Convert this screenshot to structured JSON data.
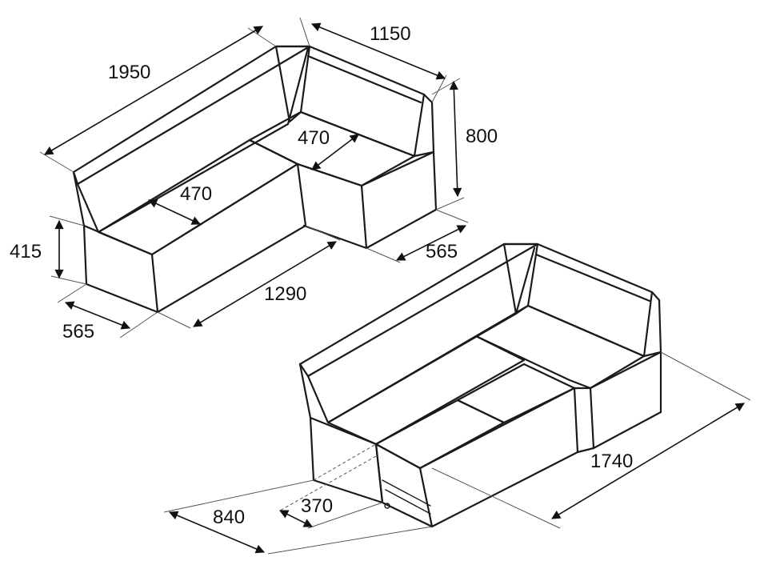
{
  "diagram": {
    "dimensions": [
      {
        "id": "top_sofa_length",
        "label": "1950"
      },
      {
        "id": "top_sofa_side_length",
        "label": "1150"
      },
      {
        "id": "top_sofa_height",
        "label": "800"
      },
      {
        "id": "top_seat_depth_right",
        "label": "470"
      },
      {
        "id": "top_seat_depth_left",
        "label": "470"
      },
      {
        "id": "top_seat_height",
        "label": "415"
      },
      {
        "id": "top_base_length",
        "label": "1290"
      },
      {
        "id": "top_side_depth",
        "label": "565"
      },
      {
        "id": "top_front_depth",
        "label": "565"
      },
      {
        "id": "bottom_sofa_length",
        "label": "1740"
      },
      {
        "id": "bottom_bed_depth",
        "label": "840"
      },
      {
        "id": "bottom_drawer_extension",
        "label": "370"
      }
    ]
  }
}
